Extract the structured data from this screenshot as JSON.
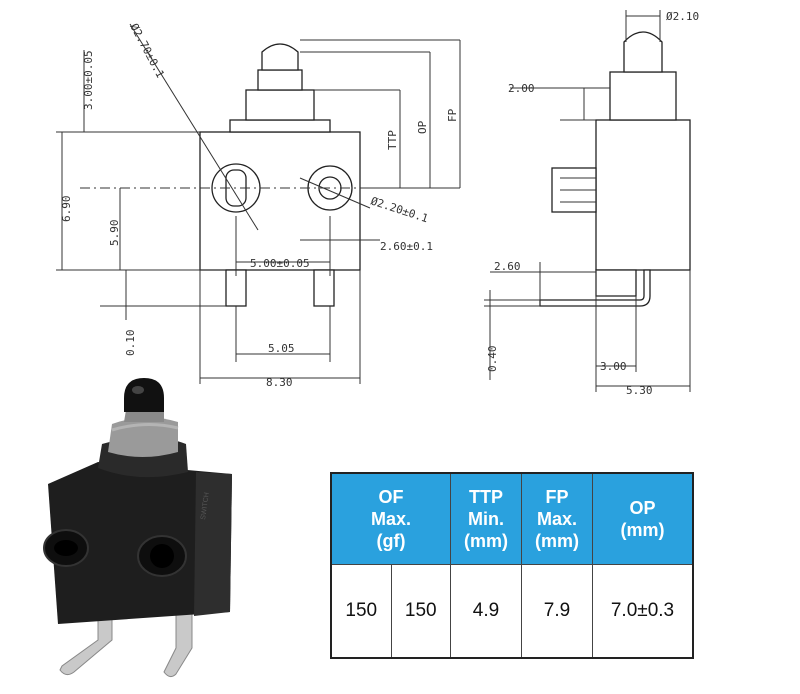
{
  "drawing": {
    "front_view": {
      "dims": {
        "d_lever": "Ø2.70±0.1",
        "pin_offset": "3.00±0.05",
        "ttp": "TTP",
        "op": "OP",
        "fp": "FP",
        "height": "6.90",
        "height2": "5.90",
        "hole_dia": "Ø2.20±0.1",
        "hole_spacing": "5.00±0.05",
        "hole_edge": "2.60±0.1",
        "pin_pitch": "5.05",
        "width": "8.30",
        "pin_len": "0.10"
      }
    },
    "side_view": {
      "dims": {
        "d_top": "Ø2.10",
        "plunger_h": "2.00",
        "offset": "2.60",
        "depth": "0.40",
        "lead": "3.00",
        "total": "5.30"
      }
    }
  },
  "photo": {
    "label": "SWITCH"
  },
  "spec_table": {
    "headers": {
      "of": [
        "OF",
        "Max.",
        "(gf)"
      ],
      "ttp": [
        "TTP",
        "Min.",
        "(mm)"
      ],
      "fp": [
        "FP",
        "Max.",
        "(mm)"
      ],
      "op": [
        "OP",
        "(mm)"
      ]
    },
    "values": {
      "of_a": "150",
      "of_b": "150",
      "ttp": "4.9",
      "fp": "7.9",
      "op": "7.0±0.3"
    }
  },
  "colors": {
    "header_bg": "#2aa1de",
    "body_black": "#1e1e1e",
    "plunger_gray": "#9a9a9a"
  }
}
